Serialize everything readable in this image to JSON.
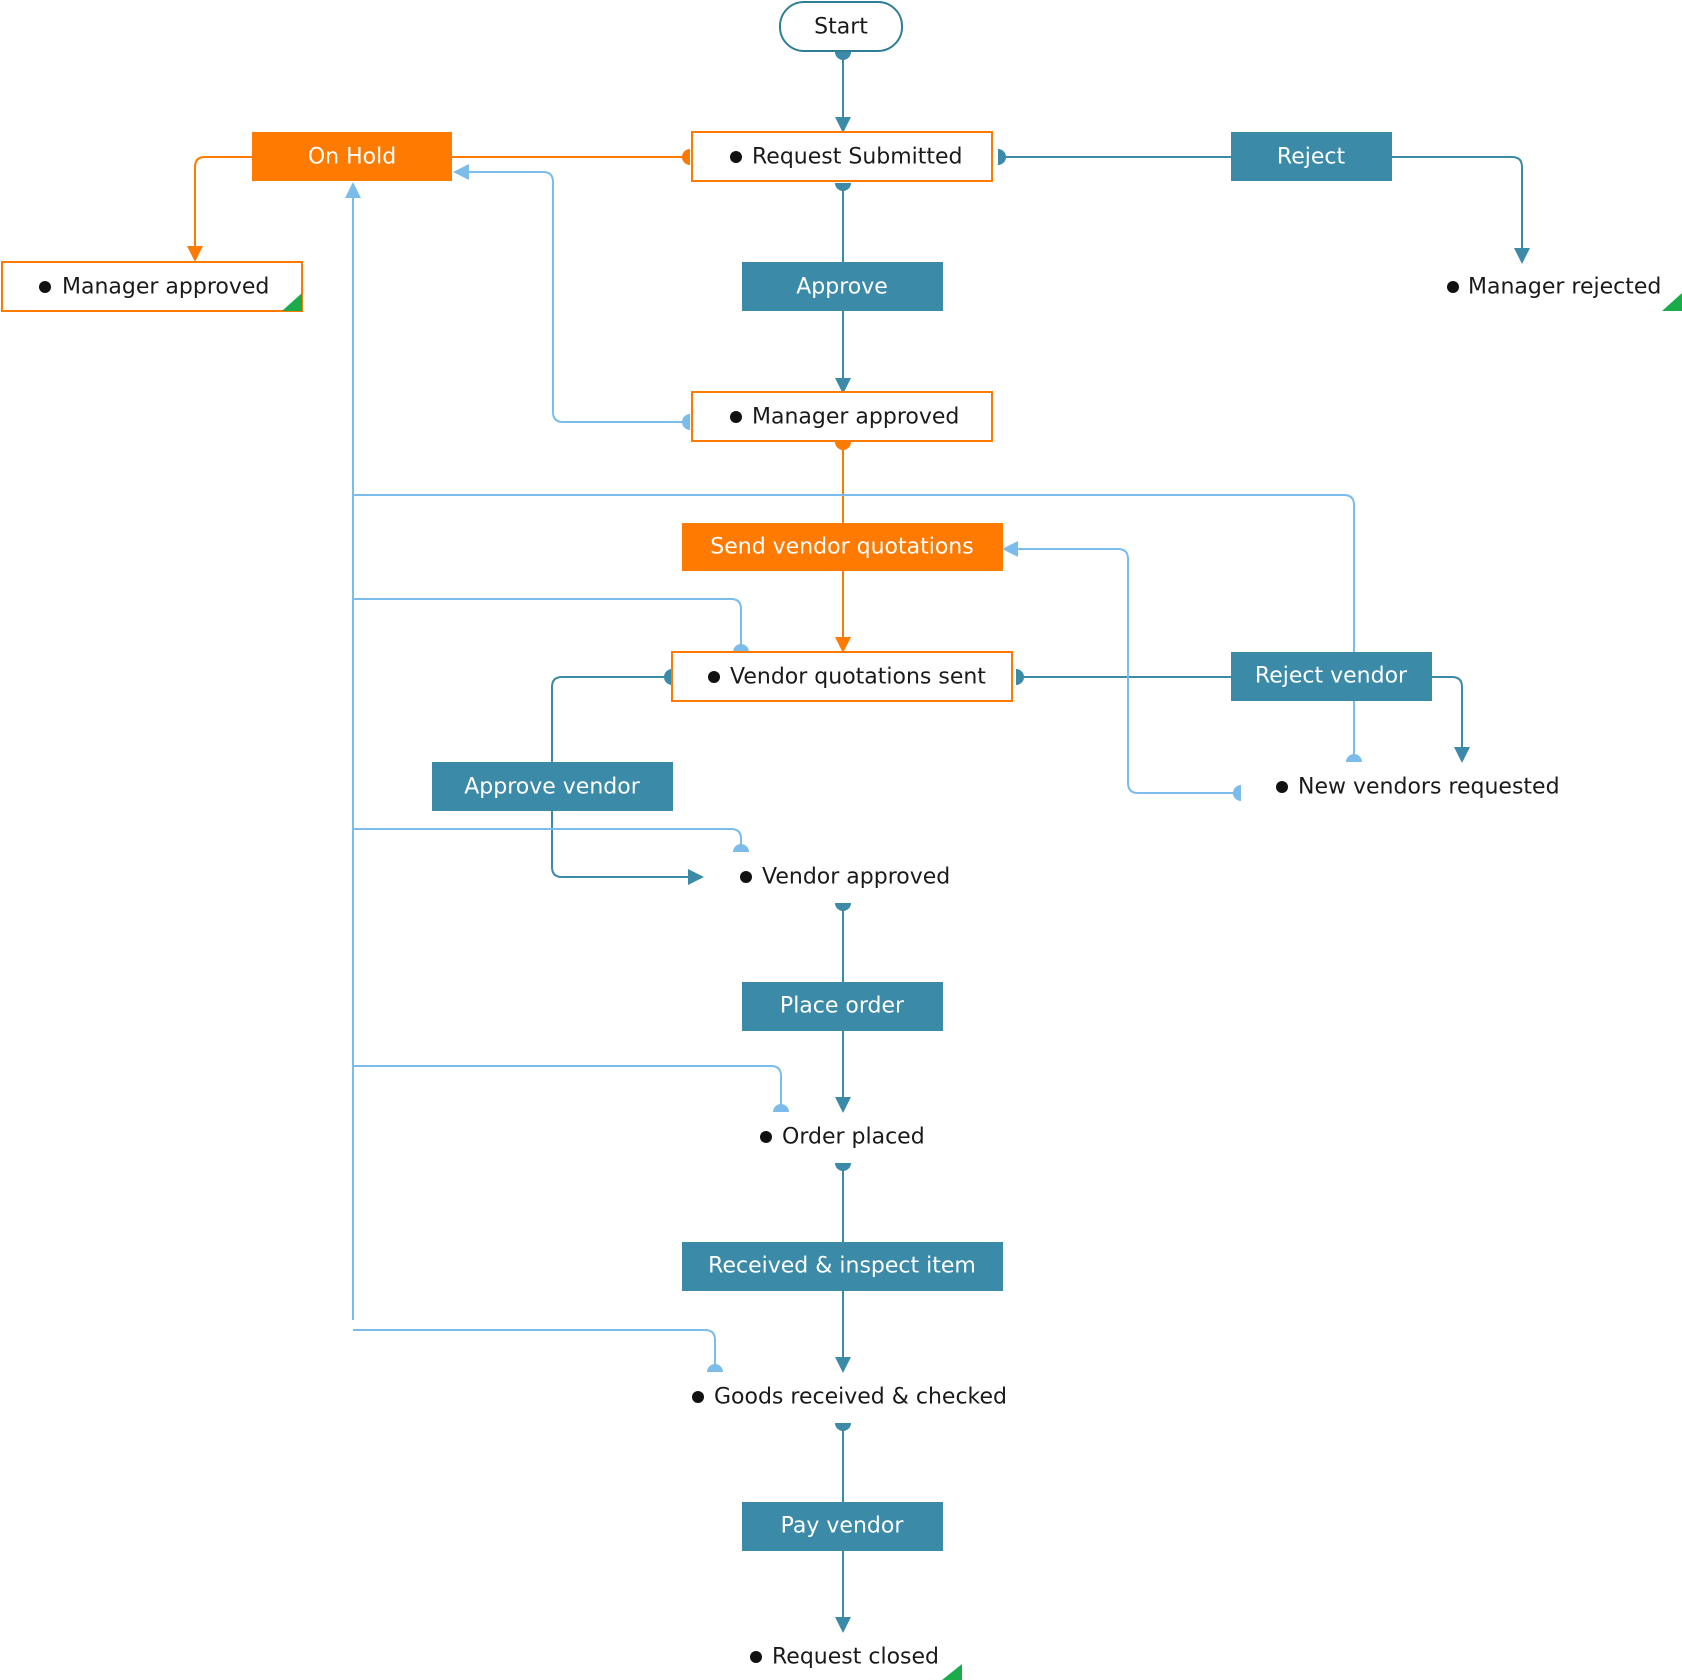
{
  "colors": {
    "teal": "#3a8aa8",
    "orange": "#ff7a00",
    "light_blue": "#7bbcea",
    "green": "#1aab4b",
    "status_border": "#ff7a00",
    "start_border": "#2f7e96",
    "text": "#1a1a1a",
    "action_text": "#ffffff"
  },
  "start": {
    "label": "Start"
  },
  "statuses": {
    "request_submitted": "Request Submitted",
    "manager_approved_left": "Manager approved",
    "manager_rejected": "Manager rejected",
    "manager_approved": "Manager approved",
    "vendor_quotations_sent": "Vendor quotations sent",
    "new_vendors_requested": "New vendors requested",
    "vendor_approved": "Vendor approved",
    "order_placed": "Order placed",
    "goods_received": "Goods received & checked",
    "request_closed": "Request closed"
  },
  "actions": {
    "on_hold": "On Hold",
    "reject": "Reject",
    "approve": "Approve",
    "send_vendor_quotations": "Send vendor quotations",
    "reject_vendor": "Reject vendor",
    "approve_vendor": "Approve vendor",
    "place_order": "Place order",
    "received_inspect": "Received & inspect item",
    "pay_vendor": "Pay vendor"
  }
}
